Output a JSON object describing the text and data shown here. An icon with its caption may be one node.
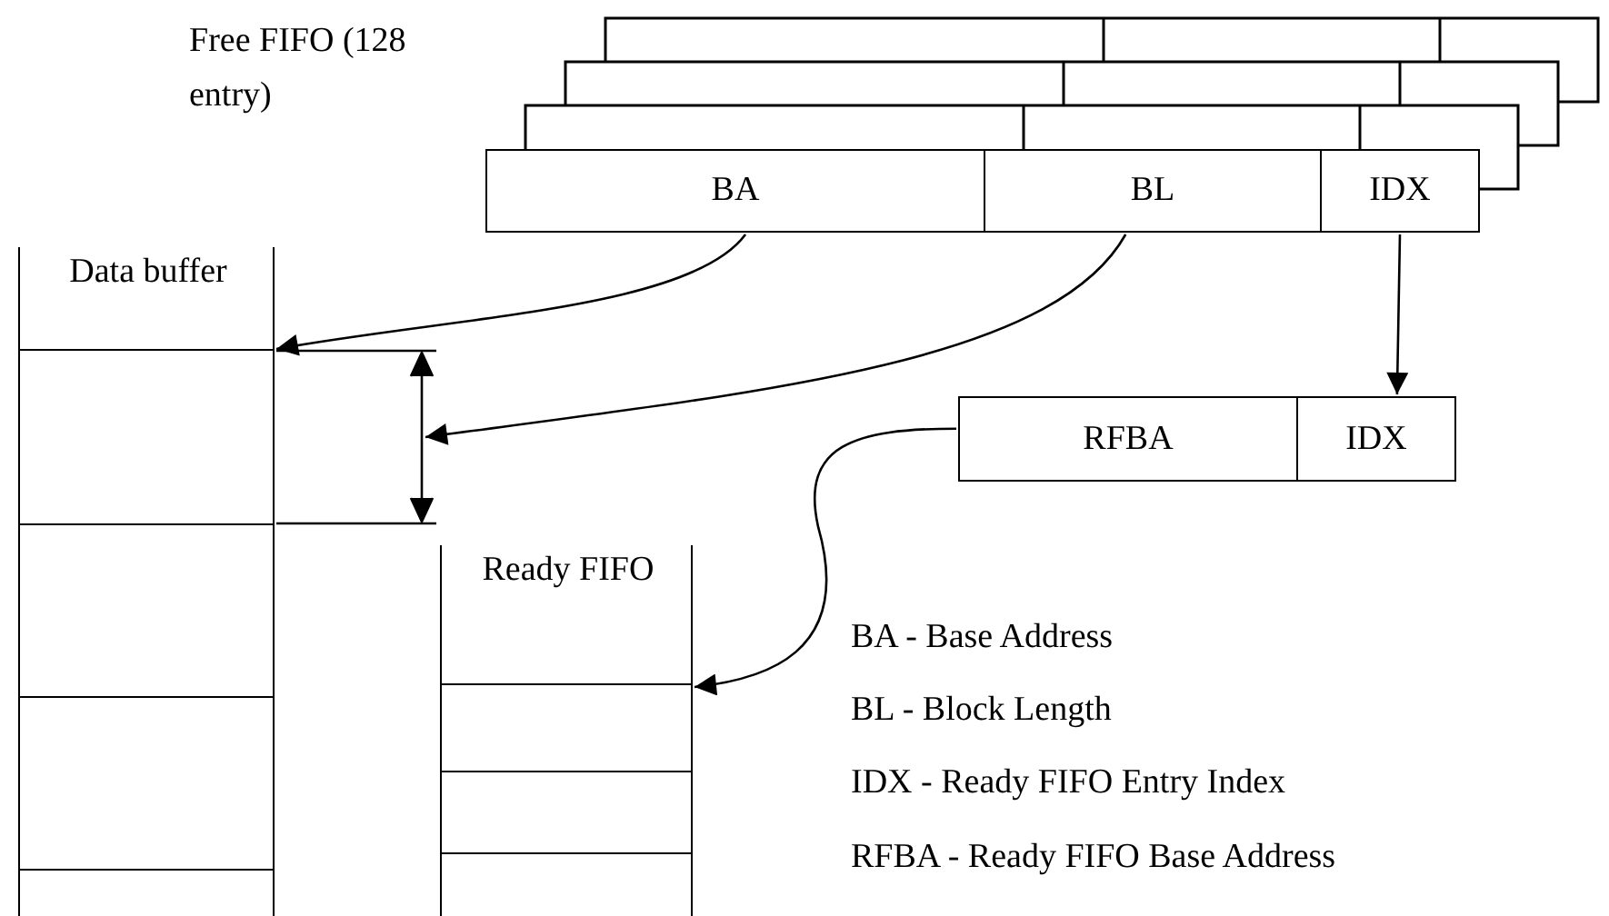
{
  "diagram": {
    "nodes": [
      {
        "text": [
          "BA"
        ]
      },
      {
        "text": [
          "BL"
        ]
      },
      {
        "text": [
          "IDX"
        ]
      },
      {
        "text": [
          "Data buffer"
        ]
      },
      {
        "text": [],
        "shape": "box",
        "in": 3
      },
      {
        "text": [],
        "shape": "box",
        "in": 3
      },
      {
        "text": [],
        "shape": "box",
        "in": 3
      },
      {
        "text": [
          "RFBA"
        ]
      },
      {
        "text": [
          "IDX"
        ]
      },
      {
        "text": [
          "Ready FIFO"
        ]
      },
      {
        "text": [],
        "shape": "box",
        "in": 9
      },
      {
        "text": [],
        "shape": "box",
        "in": 9
      }
    ],
    "edges": [
      {
        "from": 0,
        "to": 4,
        "arrow": "to"
      },
      {
        "from": 1,
        "to": 4,
        "arrow": "to"
      },
      {
        "from": 2,
        "to": 8,
        "arrow": "to"
      },
      {
        "from": 7,
        "to": 10,
        "arrow": "to"
      }
    ],
    "labels": [
      "Free FIFO (128 entry)",
      "BA - Base Address",
      "BL - Block Length",
      "IDX - Ready FIFO Entry Index",
      "RFBA - Ready FIFO Base Address"
    ]
  }
}
